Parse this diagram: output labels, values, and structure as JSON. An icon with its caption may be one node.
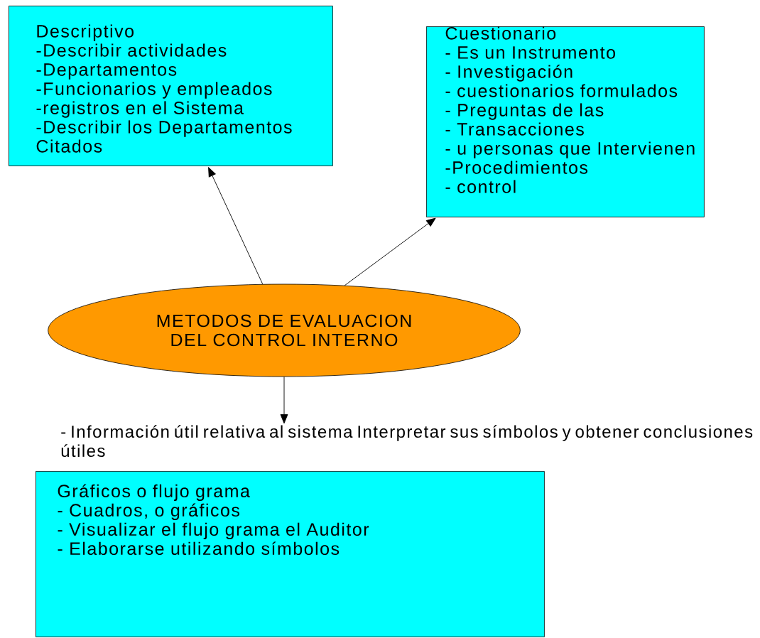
{
  "diagram": {
    "nodes": [
      {
        "text": [
          "Descriptivo",
          "-Describir actividades",
          "-Departamentos",
          "-Funcionarios y empleados",
          "-registros en el Sistema",
          "-Describir los Departamentos Citados"
        ]
      },
      {
        "text": [
          "Cuestionario",
          "- Es un Instrumento",
          "- Investigación",
          "- cuestionarios formulados",
          "- Preguntas de las",
          "- Transacciones",
          "- u personas que Intervienen",
          "-Procedimientos",
          "- control"
        ]
      },
      {
        "text": [
          "METODOS DE EVALUACION DEL CONTROL INTERNO"
        ]
      },
      {
        "text": [
          "- Información útil relativa al sistema Interpretar sus símbolos y obtener conclusiones útiles"
        ]
      },
      {
        "text": [
          "Gráficos o flujo grama",
          "- Cuadros, o gráficos",
          "- Visualizar el flujo grama el Auditor",
          "- Elaborarse utilizando símbolos"
        ]
      }
    ],
    "edges": [
      {
        "from": 2,
        "to": 0,
        "arrow": "to"
      },
      {
        "from": 2,
        "to": 1,
        "arrow": "to"
      },
      {
        "from": 2,
        "to": 3,
        "arrow": "to"
      }
    ]
  }
}
